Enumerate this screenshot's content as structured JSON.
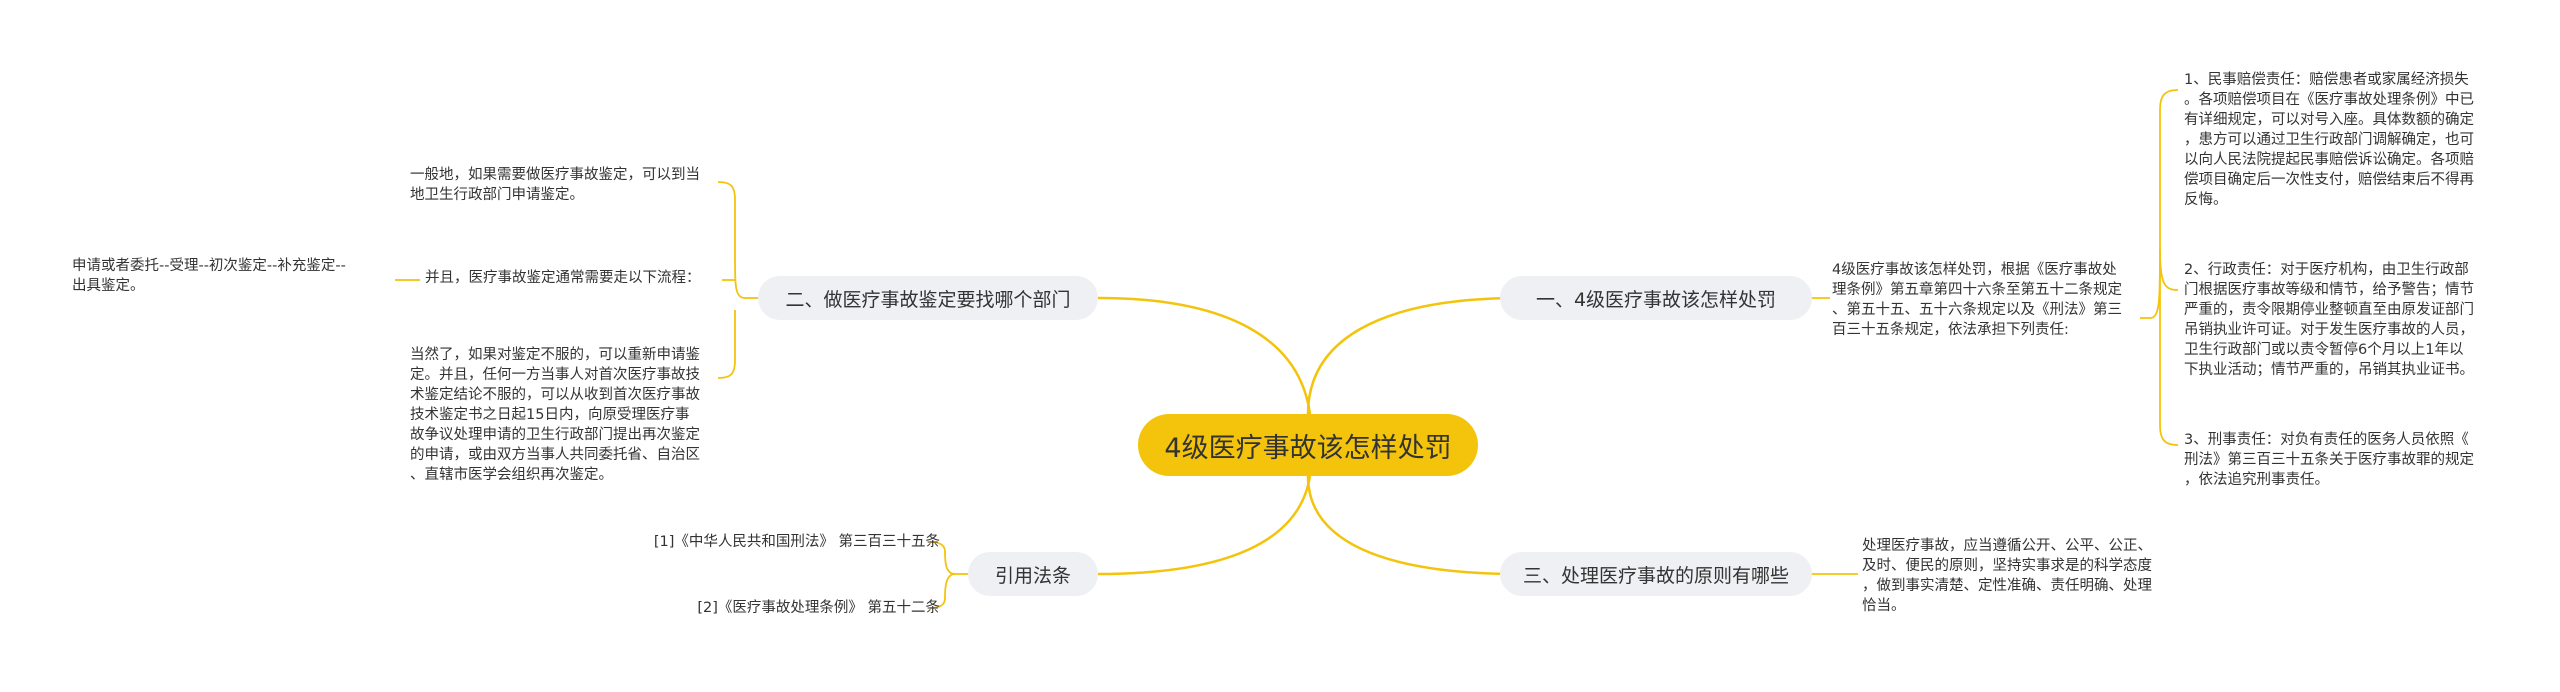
{
  "root": {
    "title": "4级医疗事故该怎样处罚"
  },
  "branches": {
    "b1": {
      "label": "一、4级医疗事故该怎样处罚"
    },
    "b2": {
      "label": "二、做医疗事故鉴定要找哪个部门"
    },
    "b3": {
      "label": "三、处理医疗事故的原则有哪些"
    },
    "b4": {
      "label": "引用法条"
    }
  },
  "leaves": {
    "b1_summary": "4级医疗事故该怎样处罚，根据《医疗事故处\n理条例》第五章第四十六条至第五十二条规定\n、第五十五、五十六条规定以及《刑法》第三\n百三十五条规定，依法承担下列责任:",
    "b1_civil": "1、民事赔偿责任：赔偿患者或家属经济损失\n。各项赔偿项目在《医疗事故处理条例》中已\n有详细规定，可以对号入座。具体数额的确定\n，患方可以通过卫生行政部门调解确定，也可\n以向人民法院提起民事赔偿诉讼确定。各项赔\n偿项目确定后一次性支付，赔偿结束后不得再\n反悔。",
    "b1_admin": "2、行政责任：对于医疗机构，由卫生行政部\n门根据医疗事故等级和情节，给予警告；情节\n严重的，责令限期停业整顿直至由原发证部门\n吊销执业许可证。对于发生医疗事故的人员，\n卫生行政部门或以责令暂停6个月以上1年以\n下执业活动；情节严重的，吊销其执业证书。",
    "b1_criminal": "3、刑事责任：对负有责任的医务人员依照《\n刑法》第三百三十五条关于医疗事故罪的规定\n，依法追究刑事责任。",
    "b2_general": "一般地，如果需要做医疗事故鉴定，可以到当\n地卫生行政部门申请鉴定。",
    "b2_process": "并且，医疗事故鉴定通常需要走以下流程：",
    "b2_process_steps": "申请或者委托--受理--初次鉴定--补充鉴定--\n出具鉴定。",
    "b2_appeal": "当然了，如果对鉴定不服的，可以重新申请鉴\n定。并且，任何一方当事人对首次医疗事故技\n术鉴定结论不服的，可以从收到首次医疗事故\n技术鉴定书之日起15日内，向原受理医疗事\n故争议处理申请的卫生行政部门提出再次鉴定\n的申请，或由双方当事人共同委托省、自治区\n、直辖市医学会组织再次鉴定。",
    "b3_text": "处理医疗事故，应当遵循公开、公平、公正、\n及时、便民的原则，坚持实事求是的科学态度\n，做到事实清楚、定性准确、责任明确、处理\n恰当。",
    "b4_ref1": "[1]《中华人民共和国刑法》 第三百三十五条",
    "b4_ref2": "[2]《医疗事故处理条例》 第五十二条"
  },
  "colors": {
    "root_fill": "#f3c40b",
    "branch_fill": "#eef0f3",
    "edge": "#f3c40b",
    "text": "#333333"
  }
}
